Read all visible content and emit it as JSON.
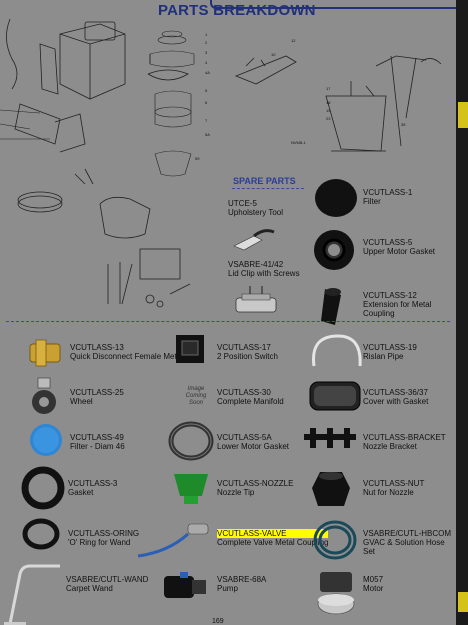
{
  "header": {
    "title": "PARTS BREAKDOWN"
  },
  "section": {
    "spare_title": "SPARE PARTS"
  },
  "placeholder": {
    "image_text": "Image Coming Soon"
  },
  "footer": {
    "page_number": "169"
  },
  "parts_right_top": [
    {
      "code": "UTCE-5",
      "desc": "Upholstery Tool"
    },
    {
      "code": "VSABRE-41/42",
      "desc": "Lid Clip with Screws"
    },
    {
      "code": "VCUTLASS-1",
      "desc": "Filter"
    },
    {
      "code": "VCUTLASS-5",
      "desc": "Upper Motor Gasket"
    },
    {
      "code": "VCUTLASS-12",
      "desc": "Extension for Metal Coupling"
    }
  ],
  "parts_grid": [
    {
      "code": "VCUTLASS-13",
      "desc": "Quick Disconnect Female Metal"
    },
    {
      "code": "VCUTLASS-17",
      "desc": "2 Position Switch"
    },
    {
      "code": "VCUTLASS-19",
      "desc": "Rislan Pipe"
    },
    {
      "code": "VCUTLASS-25",
      "desc": "Wheel"
    },
    {
      "code": "VCUTLASS-30",
      "desc": "Complete Manifold"
    },
    {
      "code": "VCUTLASS-36/37",
      "desc": "Cover with Gasket"
    },
    {
      "code": "VCUTLASS-49",
      "desc": "Filter - Diam 46"
    },
    {
      "code": "VCUTLASS-5A",
      "desc": "Lower Motor Gasket"
    },
    {
      "code": "VCUTLASS-BRACKET",
      "desc": "Nozzle Bracket"
    },
    {
      "code": "VCUTLASS-3",
      "desc": "Gasket"
    },
    {
      "code": "VCUTLASS-NOZZLE",
      "desc": "Nozzle Tip"
    },
    {
      "code": "VCUTLASS-NUT",
      "desc": "Nut for Nozzle"
    },
    {
      "code": "VCUTLASS-ORING",
      "desc": "'O' Ring for Wand"
    },
    {
      "code": "VCUTLASS-VALVE",
      "desc": "Complete Valve Metal Coupling"
    },
    {
      "code": "VSABRE/CUTL-HBCOM",
      "desc": "GVAC & Solution Hose Set"
    },
    {
      "code": "VSABRE/CUTL-WAND",
      "desc": "Carpet Wand"
    },
    {
      "code": "VSABRE-68A",
      "desc": "Pump"
    },
    {
      "code": "M057",
      "desc": "Motor"
    }
  ],
  "colors": {
    "title": "#20307a",
    "spare_title": "#2b3c9a",
    "highlight": "#ffff00",
    "accent_tab": "#d4c21a"
  }
}
